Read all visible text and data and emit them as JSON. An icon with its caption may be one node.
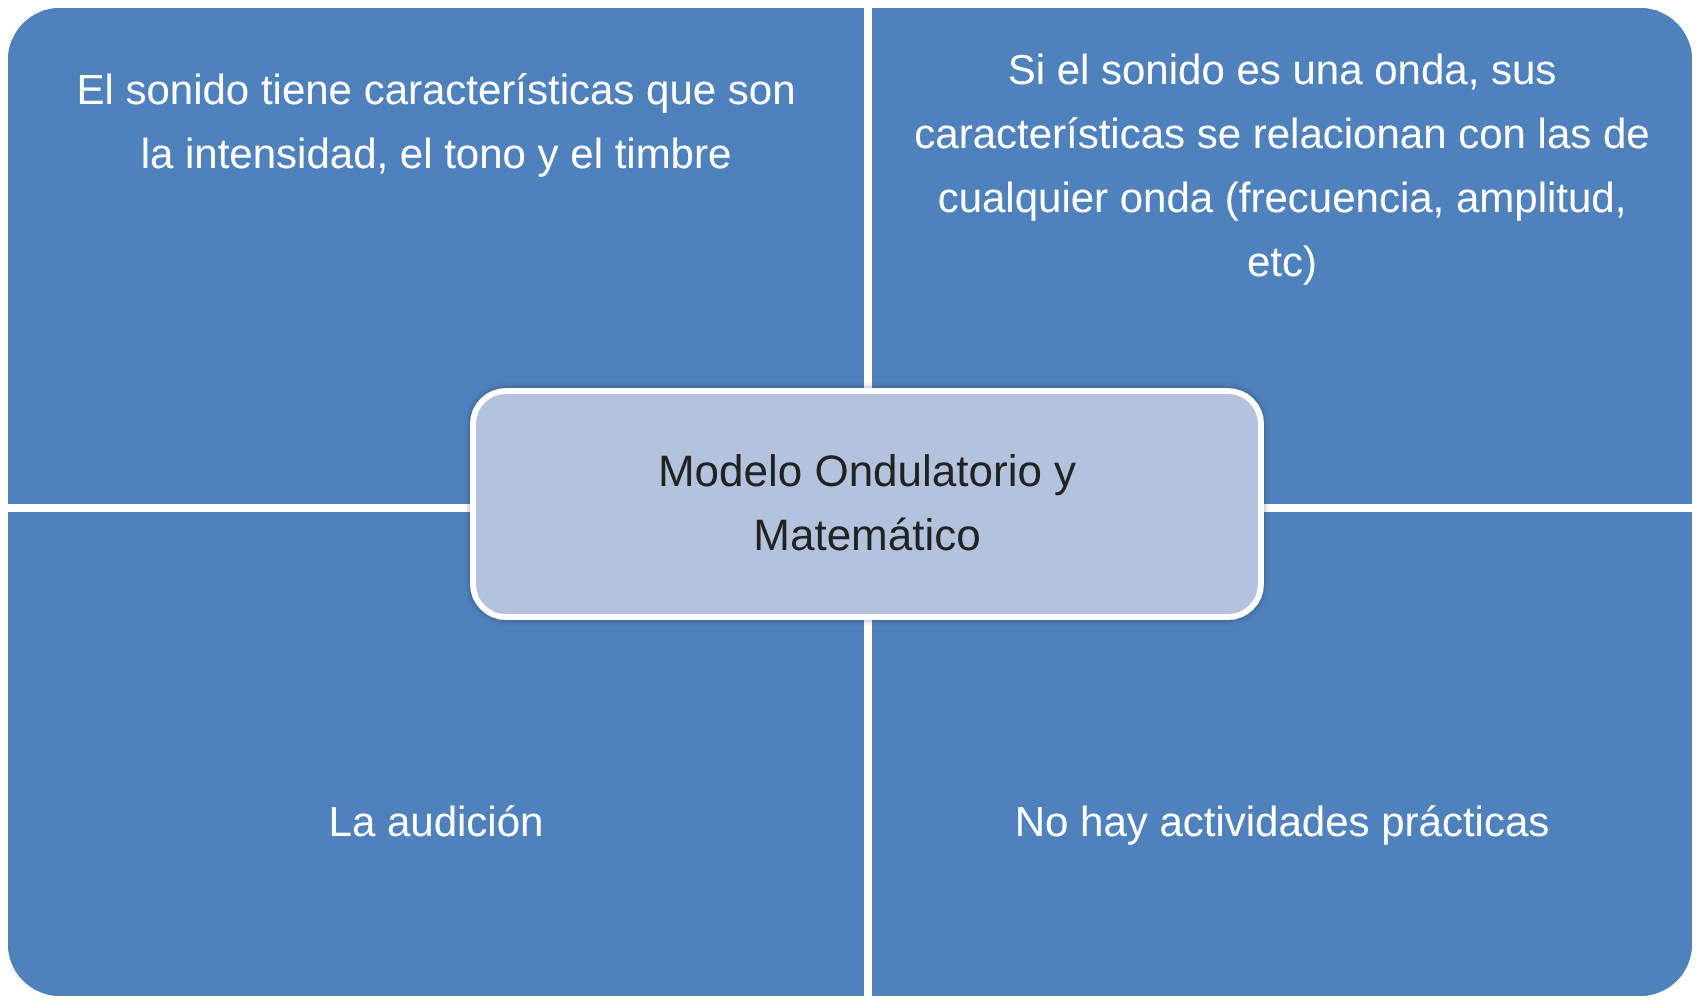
{
  "diagram": {
    "nodes": [
      {
        "text": [
          "El sonido tiene características que son la intensidad, el tono y el timbre"
        ]
      },
      {
        "text": [
          "Si el sonido es una onda, sus características se relacionan con las de cualquier onda (frecuencia, amplitud, etc)"
        ]
      },
      {
        "text": [
          "Modelo Ondulatorio y Matemático"
        ]
      },
      {
        "text": [
          "La audición"
        ]
      },
      {
        "text": [
          "No hay actividades prácticas"
        ]
      }
    ],
    "edges": []
  }
}
